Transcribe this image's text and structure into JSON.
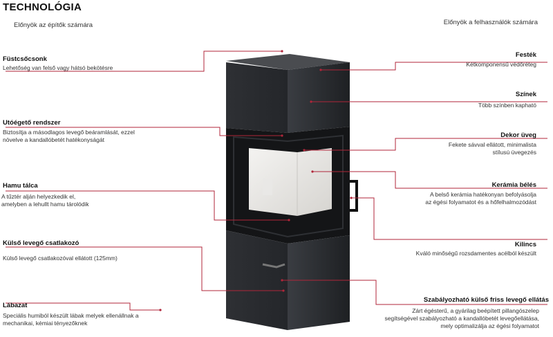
{
  "header": {
    "title": "TECHNOLÓGIA",
    "builders_subtitle": "Előnyök az építők számára",
    "users_subtitle": "Előnyök a felhasználók számára"
  },
  "left_features": [
    {
      "label": "Füstcsőcsonk",
      "lines": [
        "Lehetőség van felső vagy hátsó bekötésre"
      ]
    },
    {
      "label": "Utóégető rendszer",
      "lines": [
        "Biztosítja a másodlagos levegő beáramlását, ezzel",
        "növelve a kandallóbetét hatékonyságát"
      ]
    },
    {
      "label": "Hamu tálca",
      "lines": [
        "A tűztér alján helyezkedik el,",
        "amelyben a lehullt hamu tárolódik"
      ]
    },
    {
      "label": "Külső levegő csatlakozó",
      "lines": [
        "Külső levegő csatlakozóval ellátott (125mm)"
      ]
    },
    {
      "label": "Lábazat",
      "lines": [
        "Speciális humiból készült lábak melyek ellenállnak a",
        "mechanikai, kémiai tényezőknek"
      ]
    }
  ],
  "right_features": [
    {
      "label": "Festék",
      "lines": [
        "Kétkomponensű védőréteg"
      ]
    },
    {
      "label": "Színek",
      "lines": [
        "Több színben kapható"
      ]
    },
    {
      "label": "Dekor üveg",
      "lines": [
        "Fekete sávval ellátott, minimalista",
        "stílusú üvegezés"
      ]
    },
    {
      "label": "Kerámia bélés",
      "lines": [
        "A belső kerámia hatékonyan befolyásolja",
        "az égési folyamatot és a hőfelhalmozódást"
      ]
    },
    {
      "label": "Kilincs",
      "lines": [
        "Kváló minőségű rozsdamentes acélból készült"
      ]
    },
    {
      "label": "Szabályozható külső friss levegő ellátás",
      "lines": [
        "Zárt égésterű, a gyárilag beépített pillangószelep",
        "segítségével szabályozható a kandallóbetét levegőellátása,",
        "mely optimalizálja az égési folyamatot"
      ]
    }
  ],
  "colors": {
    "accent": "#b0263a",
    "stove_dark": "#2b2d30",
    "stove_top": "#3a3c40"
  }
}
